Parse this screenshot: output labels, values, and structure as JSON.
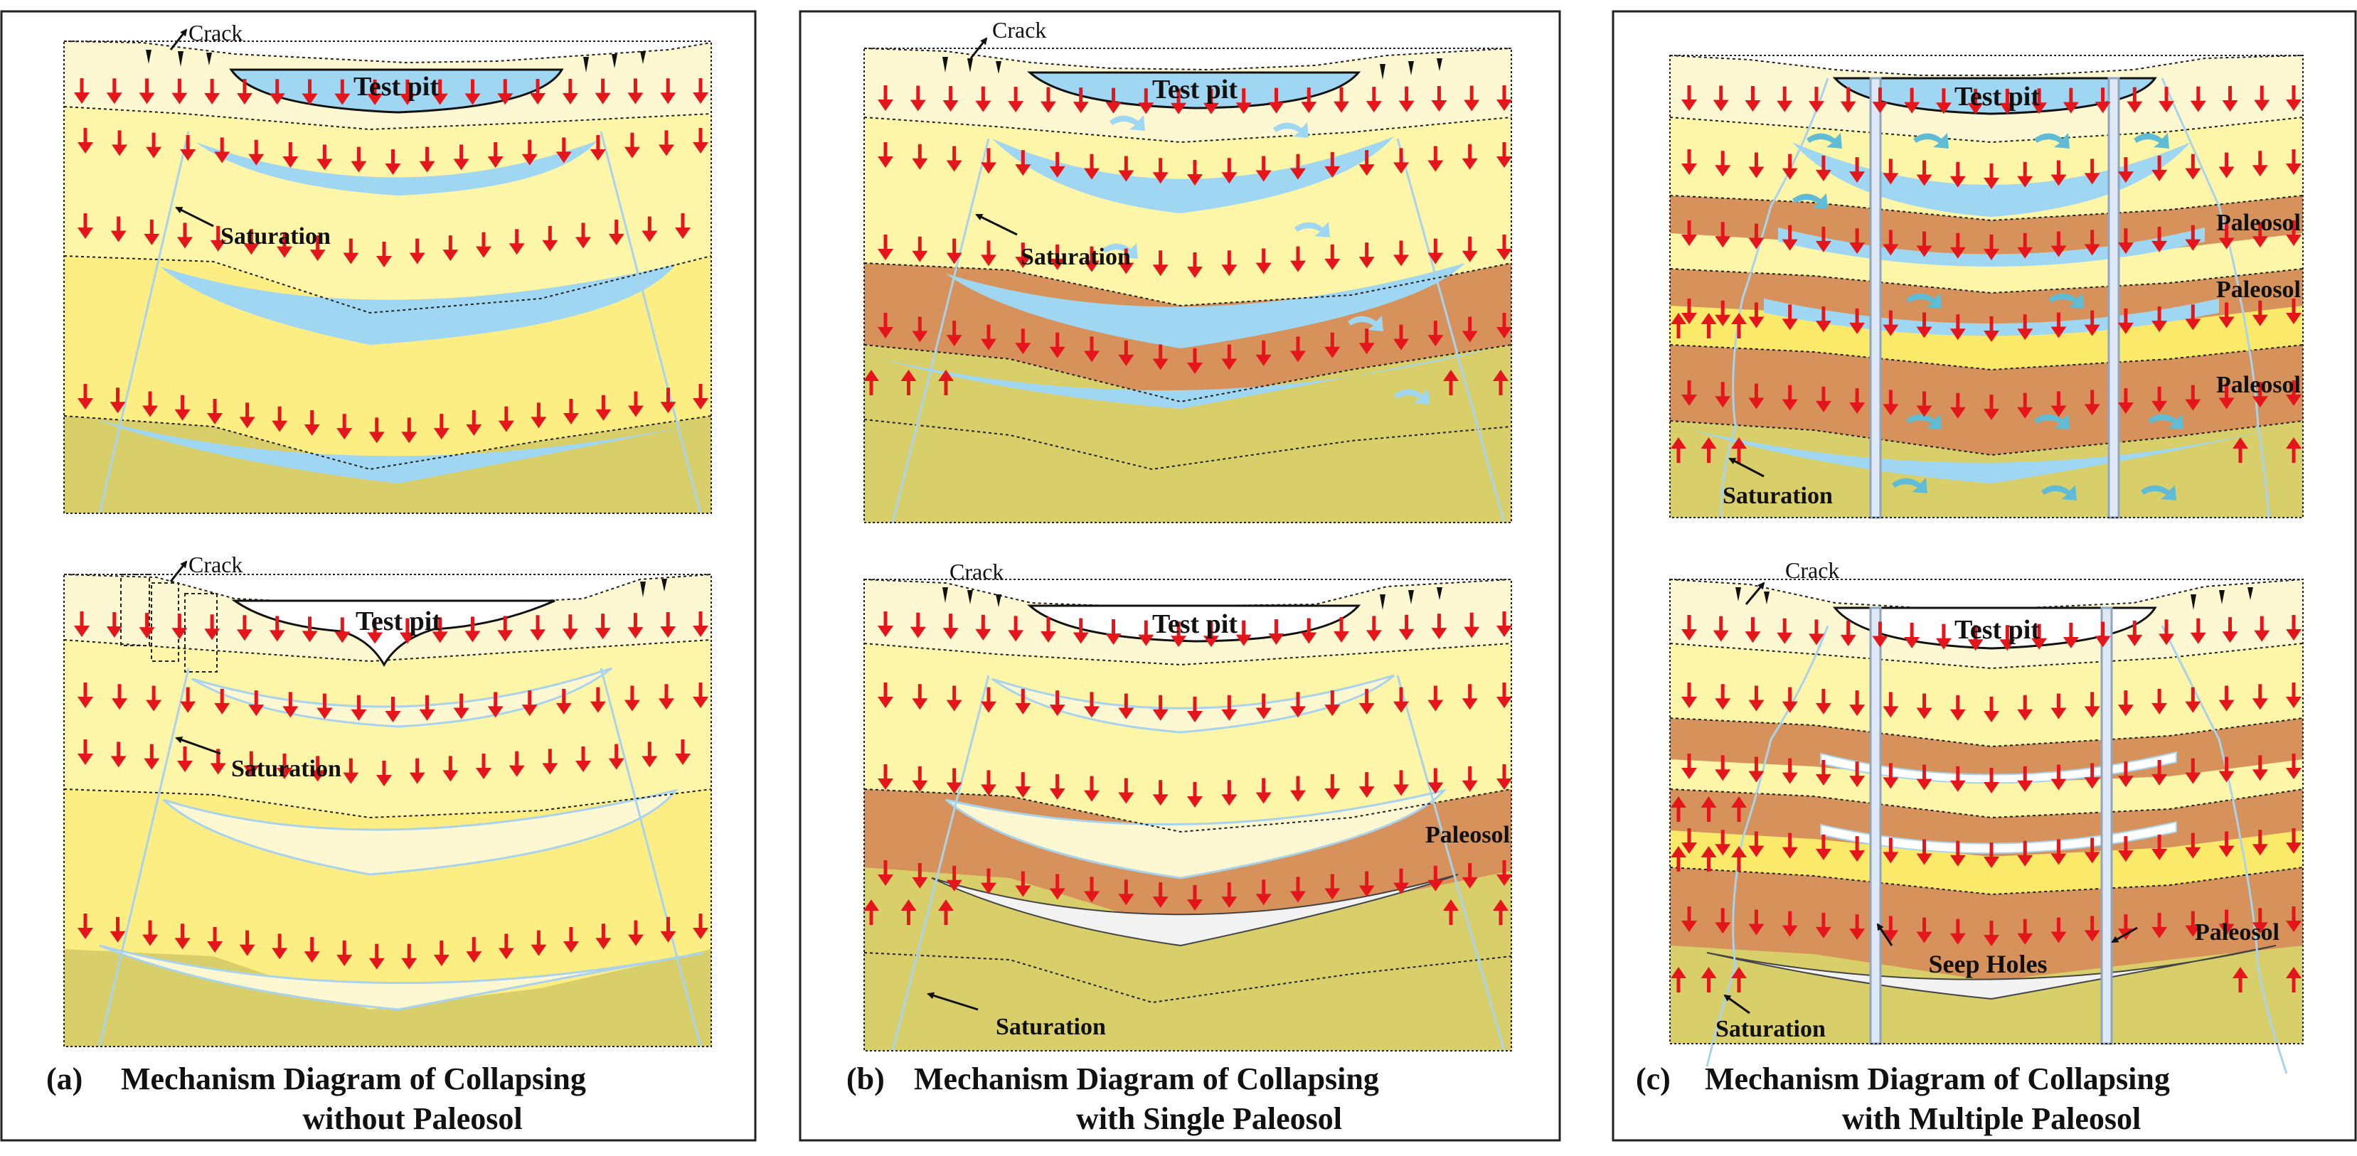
{
  "colors": {
    "topsoil": "#fdf8d2",
    "loess_light": "#fdf5a8",
    "loess": "#fdee83",
    "loess_bright": "#fbe96a",
    "base": "#d9cf6a",
    "paleosol": "#d6925a",
    "saturation": "#9fd7f2",
    "arrow": "#e5161b",
    "boundary": "#a9d3ec",
    "seep": "#f2f2f2",
    "flow": "#5fbcd4",
    "pipe": "#8fa5c2"
  },
  "panels": [
    {
      "id": "a",
      "label": "(a)",
      "caption_line1": "Mechanism Diagram of Collapsing",
      "caption_line2": "without Paleosol",
      "top": {
        "crack": "Crack",
        "test_pit": "Test pit",
        "saturation": "Saturation",
        "paleosols": []
      },
      "bottom": {
        "crack": "Crack",
        "test_pit": "Test pit",
        "saturation": "Saturation",
        "paleosols": []
      }
    },
    {
      "id": "b",
      "label": "(b)",
      "caption_line1": "Mechanism Diagram of Collapsing",
      "caption_line2": "with Single Paleosol",
      "top": {
        "crack": "Crack",
        "test_pit": "Test pit",
        "saturation": "Saturation",
        "paleosols": []
      },
      "bottom": {
        "crack": "Crack",
        "test_pit": "Test pit",
        "saturation": "Saturation",
        "paleosols": [
          "Paleosol"
        ]
      }
    },
    {
      "id": "c",
      "label": "(c)",
      "caption_line1": "Mechanism Diagram of Collapsing",
      "caption_line2": "with  Multiple  Paleosol",
      "top": {
        "crack": "",
        "test_pit": "Test pit",
        "saturation": "Saturation",
        "paleosols": [
          "Paleosol",
          "Paleosol",
          "Paleosol"
        ]
      },
      "bottom": {
        "crack": "Crack",
        "test_pit": "Test pit",
        "saturation": "Saturation",
        "paleosols": [
          "Paleosol"
        ],
        "seep_holes": "Seep Holes"
      }
    }
  ]
}
